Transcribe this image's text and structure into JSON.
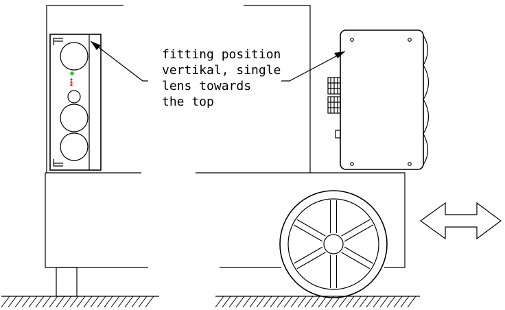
{
  "annotation": {
    "lines": [
      "fitting position",
      "vertikal, single",
      "lens towards",
      "the top"
    ]
  },
  "colors": {
    "line": "#000000",
    "indicator_green": "#22cc22",
    "indicator_red": "#dd2222"
  }
}
